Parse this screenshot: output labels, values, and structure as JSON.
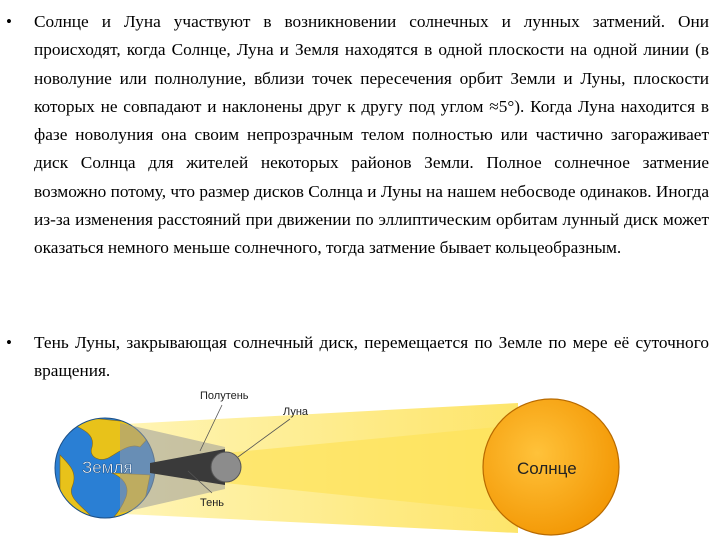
{
  "bullets": [
    {
      "marker": "•",
      "text": "Солнце и Луна участвуют в возникновении солнечных и лунных затмений. Они происходят, когда Солнце, Луна и Земля находятся в одной плоскости на одной линии (в новолуние или полнолуние, вблизи точек пересечения орбит Земли и Луны, плоскости которых не совпадают и наклонены друг к другу под углом ≈5°). Когда Луна находится в фазе новолуния она своим непрозрачным телом полностью или частично загораживает диск Солнца для жителей некоторых районов Земли. Полное солнечное затмение возможно потому, что размер дисков Солнца и Луны на нашем небосводе одинаков. Иногда из-за изменения расстояний при движении по эллиптическим орбитам лунный диск может оказаться немного меньше солнечного, тогда затмение бывает кольцеобразным."
    },
    {
      "marker": "•",
      "text": "Тень Луны, закрывающая солнечный диск, перемещается по Земле по мере её суточного вращения."
    }
  ],
  "diagram": {
    "labels": {
      "penumbra": "Полутень",
      "moon": "Луна",
      "earth": "Земля",
      "sun": "Солнце",
      "umbra": "Тень"
    },
    "colors": {
      "sun": "#f5a000",
      "sun_edge": "#b86a00",
      "penumbra_cone": "#fde97a",
      "umbra_cone": "#3a3a3a",
      "earth_ocean": "#2a7fd4",
      "earth_land": "#e8c21a",
      "moon": "#8c8c8c"
    }
  }
}
